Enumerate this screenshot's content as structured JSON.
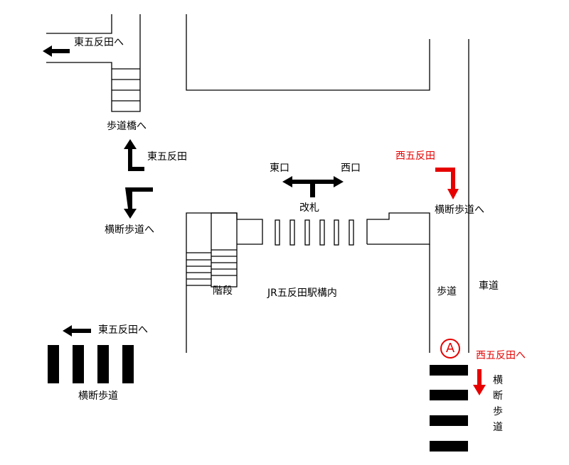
{
  "colors": {
    "line": "#000000",
    "highlight": "#e60000",
    "background": "#ffffff"
  },
  "labels": {
    "to_east_gotanda_top": "東五反田へ",
    "to_footbridge": "歩道橋へ",
    "east_gotanda": "東五反田",
    "to_crosswalk_left": "横断歩道へ",
    "east_exit": "東口",
    "west_exit": "西口",
    "ticket_gate": "改札",
    "west_gotanda_red": "西五反田",
    "to_crosswalk_right": "横断歩道へ",
    "stairs": "階段",
    "jr_station": "JR五反田駅構内",
    "sidewalk": "歩道",
    "roadway": "車道",
    "exit_marker": "A",
    "to_west_gotanda_red": "西五反田へ",
    "to_east_gotanda_bottom": "東五反田へ",
    "crosswalk_bottom_left": "横断歩道",
    "crosswalk_vertical": "横断歩道"
  },
  "icons": {
    "arrow_left": "arrow-left-icon",
    "arrow_up_right": "arrow-up-right-icon",
    "arrow_down": "arrow-down-icon",
    "arrow_left_right": "arrow-left-right-icon"
  }
}
